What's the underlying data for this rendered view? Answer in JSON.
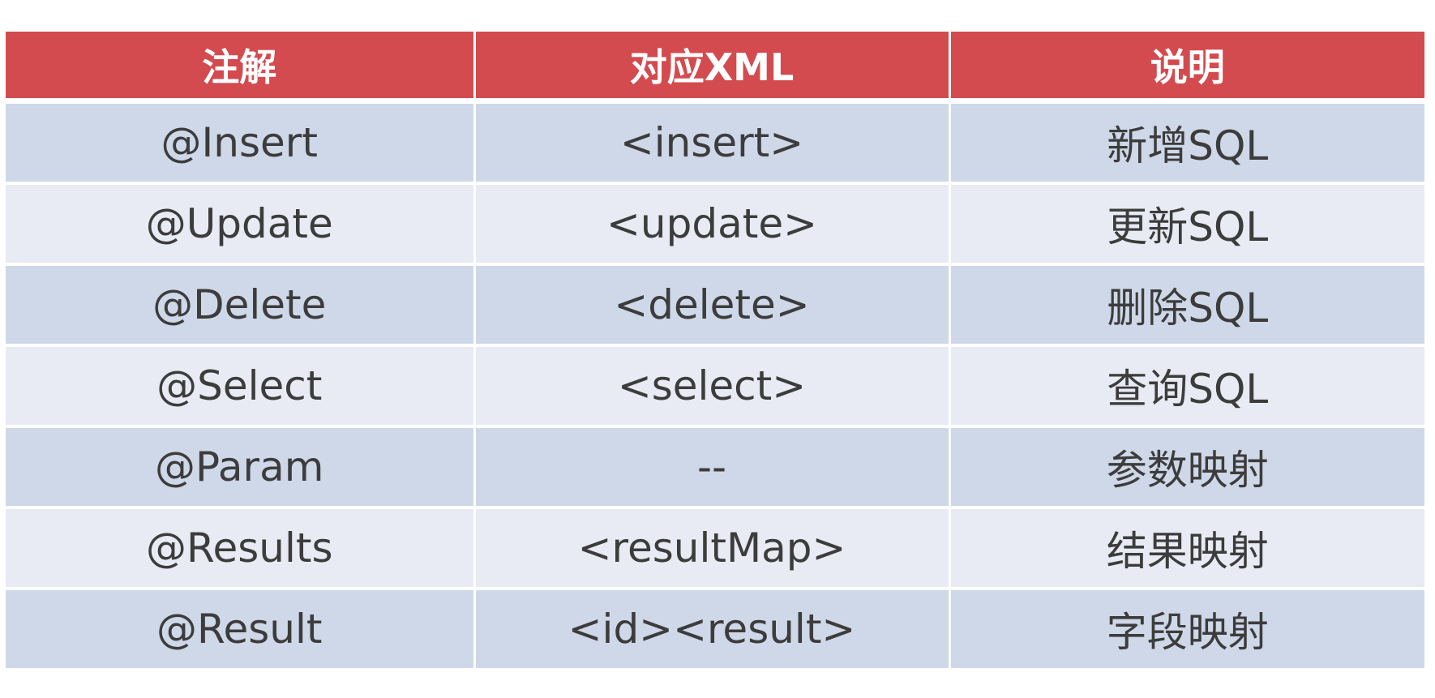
{
  "table": {
    "headers": [
      "注解",
      "对应XML",
      "说明"
    ],
    "rows": [
      [
        "@Insert",
        "<insert>",
        "新增SQL"
      ],
      [
        "@Update",
        "<update>",
        "更新SQL"
      ],
      [
        "@Delete",
        "<delete>",
        "删除SQL"
      ],
      [
        "@Select",
        "<select>",
        "查询SQL"
      ],
      [
        "@Param",
        "--",
        "参数映射"
      ],
      [
        "@Results",
        "<resultMap>",
        "结果映射"
      ],
      [
        "@Result",
        "<id><result>",
        "字段映射"
      ]
    ],
    "colors": {
      "header_bg": "#d34b4f",
      "header_text": "#ffffff",
      "row_odd_bg": "#cfd8e8",
      "row_even_bg": "#e8ebf3",
      "cell_text": "#3c3c3c"
    }
  }
}
